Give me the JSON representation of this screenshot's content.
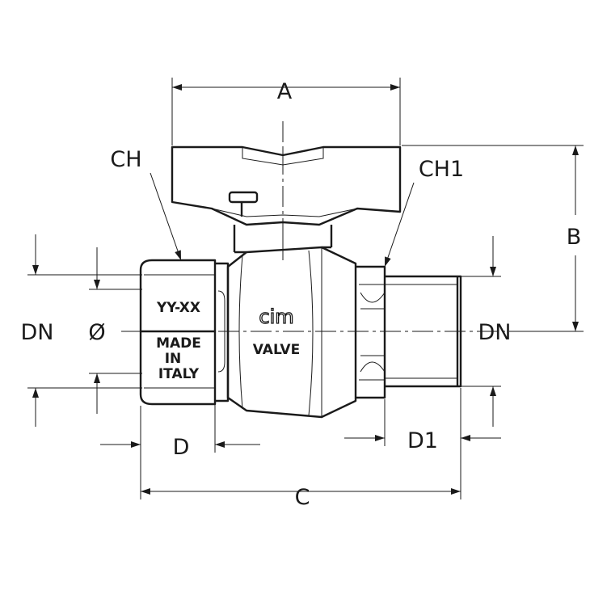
{
  "drawing": {
    "dimensions": {
      "a": "A",
      "b": "B",
      "c": "C",
      "d": "D",
      "d1": "D1",
      "ch": "CH",
      "ch1": "CH1",
      "dn_left": "DN",
      "dn_right": "DN",
      "diameter": "Ø"
    },
    "markings": {
      "size_code": "YY-XX",
      "origin_line1": "MADE",
      "origin_line2": "IN",
      "origin_line3": "ITALY",
      "brand": "cim",
      "product": "VALVE"
    }
  }
}
